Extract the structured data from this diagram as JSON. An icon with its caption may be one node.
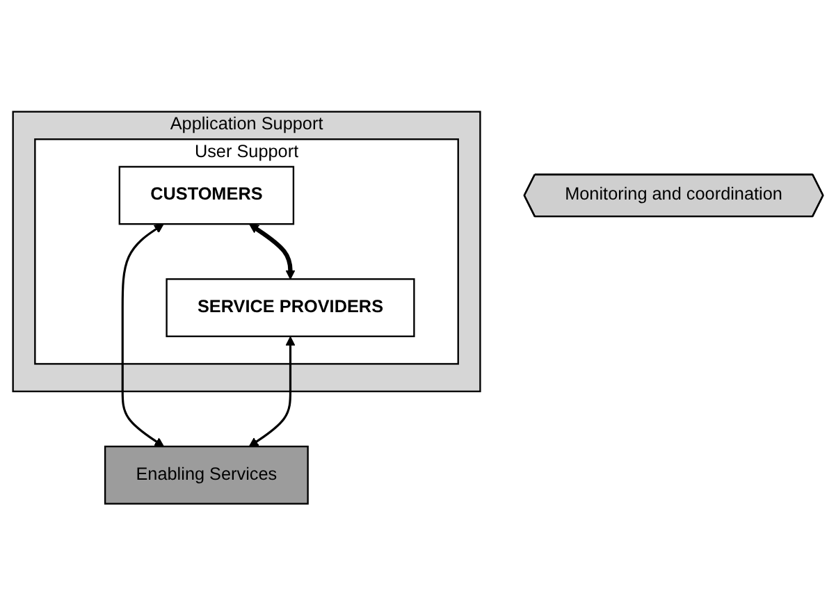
{
  "diagram": {
    "nodes": [
      {
        "text": [
          "Application Support"
        ]
      },
      {
        "text": [
          "User Support"
        ],
        "in": 0
      },
      {
        "text": [
          "CUSTOMERS"
        ],
        "in": 1
      },
      {
        "text": [
          "SERVICE PROVIDERS"
        ],
        "in": 1
      },
      {
        "text": [
          "Enabling Services"
        ]
      },
      {
        "text": [
          "Monitoring and coordination"
        ]
      }
    ],
    "edges": [
      {
        "from": 2,
        "to": 3,
        "arrow": "both",
        "style": "thick"
      },
      {
        "from": 2,
        "to": 4,
        "arrow": "both"
      },
      {
        "from": 3,
        "to": 4,
        "arrow": "both"
      }
    ]
  }
}
